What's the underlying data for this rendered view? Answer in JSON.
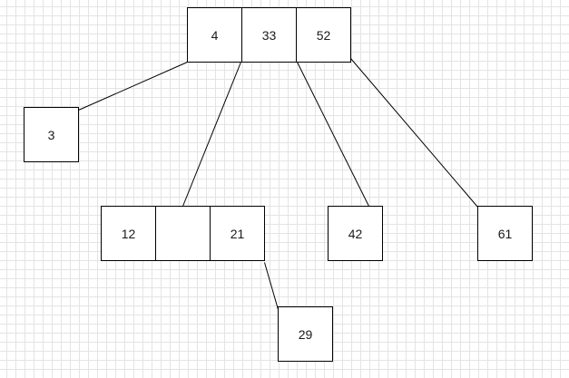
{
  "tree": {
    "root": {
      "cells": [
        "4",
        "33",
        "52"
      ]
    },
    "nodes": [
      {
        "id": "node-3",
        "cells": [
          "3"
        ]
      },
      {
        "id": "node-12-21",
        "cells": [
          "12",
          "",
          "21"
        ]
      },
      {
        "id": "node-42",
        "cells": [
          "42"
        ]
      },
      {
        "id": "node-61",
        "cells": [
          "61"
        ]
      },
      {
        "id": "node-29",
        "cells": [
          "29"
        ]
      }
    ]
  },
  "colors": {
    "stroke": "#000000",
    "fill": "#ffffff",
    "grid": "#e4e4e4"
  }
}
